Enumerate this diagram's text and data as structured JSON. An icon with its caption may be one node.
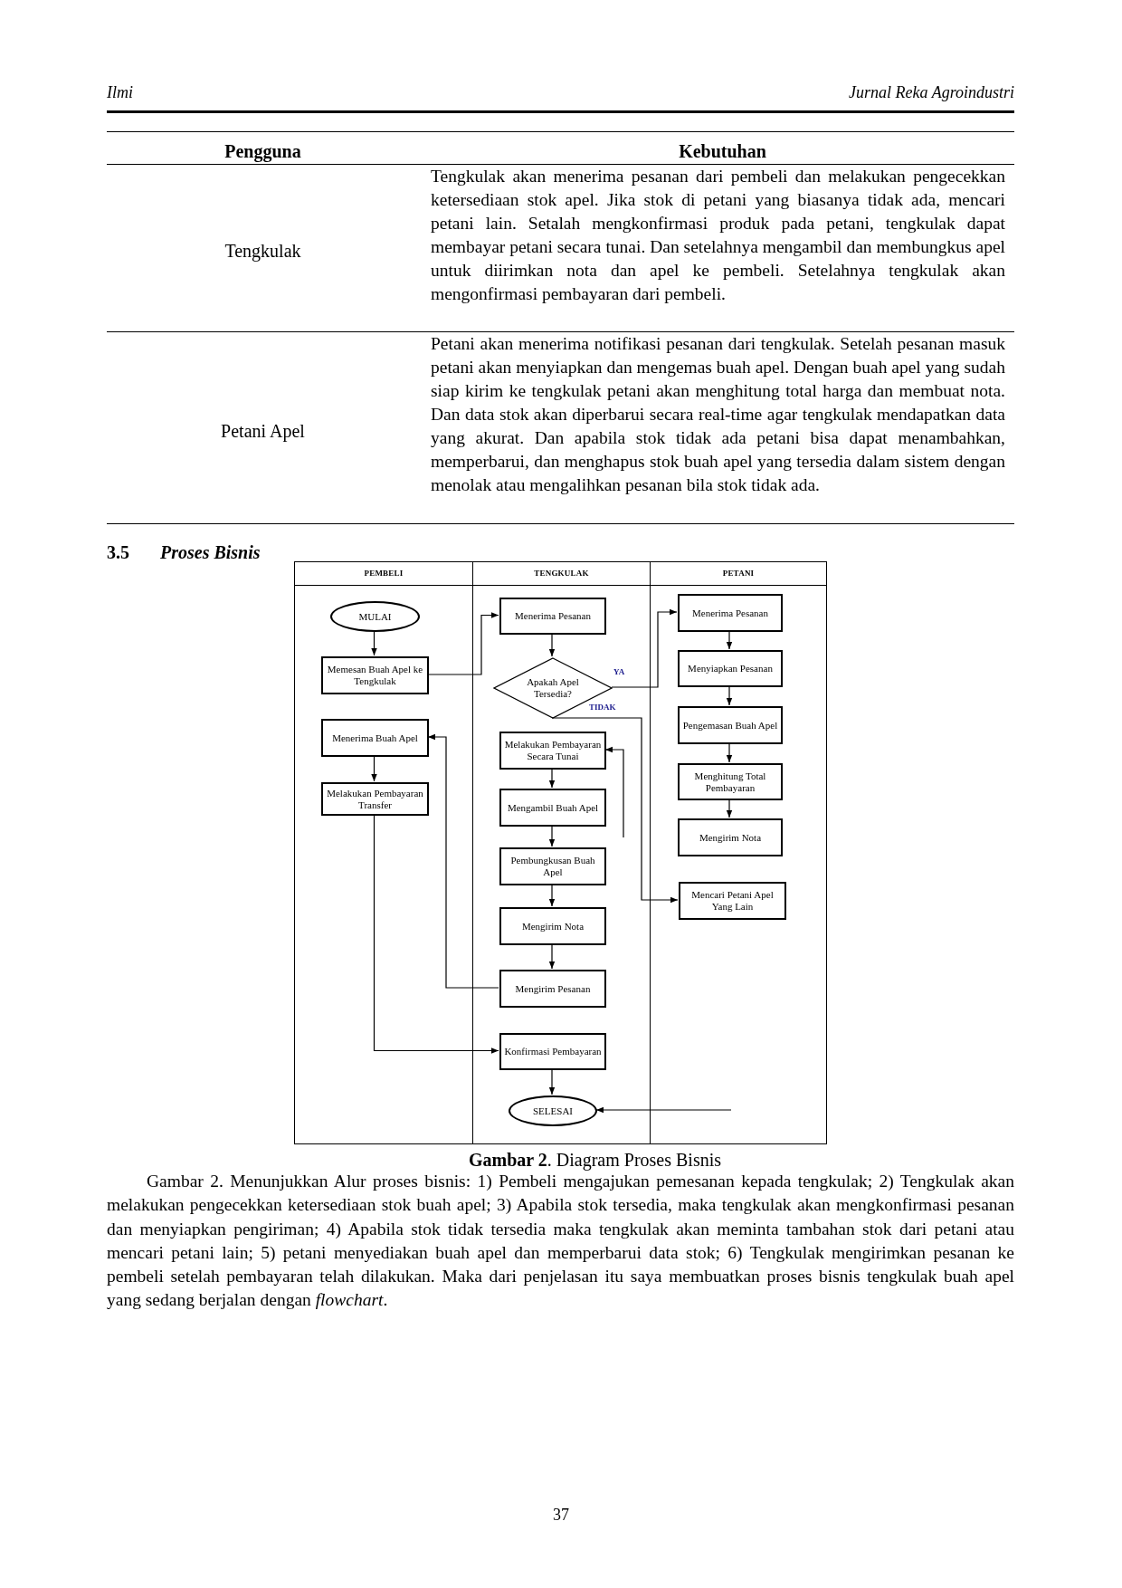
{
  "diagram": {
    "caption": "**Gambar 2**. Diagram Proses Bisnis",
    "nodes": [
      {
        "text": [
          "PEMBELI"
        ]
      },
      {
        "text": [
          "TENGKULAK"
        ]
      },
      {
        "text": [
          "PETANI"
        ]
      },
      {
        "text": [
          "MULAI"
        ],
        "in": 0
      },
      {
        "text": [
          "Memesan Buah Apel ke Tengkulak"
        ],
        "in": 0
      },
      {
        "text": [
          "Menerima Buah Apel"
        ],
        "in": 0
      },
      {
        "text": [
          "Melakukan Pembayaran Transfer"
        ],
        "in": 0
      },
      {
        "text": [
          "Menerima Pesanan"
        ],
        "in": 1
      },
      {
        "text": [
          "Apakah Apel Tersedia?"
        ],
        "in": 1
      },
      {
        "text": [
          "Melakukan Pembayaran Secara Tunai"
        ],
        "in": 1
      },
      {
        "text": [
          "Mengambil Buah Apel"
        ],
        "in": 1
      },
      {
        "text": [
          "Pembungkusan Buah Apel"
        ],
        "in": 1
      },
      {
        "text": [
          "Mengirim Nota"
        ],
        "in": 1
      },
      {
        "text": [
          "Mengirim Pesanan"
        ],
        "in": 1
      },
      {
        "text": [
          "Konfirmasi Pembayaran"
        ],
        "in": 1
      },
      {
        "text": [
          "SELESAI"
        ],
        "in": 1
      },
      {
        "text": [
          "Menerima Pesanan"
        ],
        "in": 2
      },
      {
        "text": [
          "Menyiapkan Pesanan"
        ],
        "in": 2
      },
      {
        "text": [
          "Pengemasan Buah Apel"
        ],
        "in": 2
      },
      {
        "text": [
          "Menghitung Total Pembayaran"
        ],
        "in": 2
      },
      {
        "text": [
          "Mengirim Nota"
        ],
        "in": 2
      },
      {
        "text": [
          "Mencari Petani Apel Yang Lain"
        ],
        "in": 2
      }
    ],
    "edges": [
      {
        "from": 3,
        "to": 4,
        "arrow": "to"
      },
      {
        "from": 4,
        "to": 7,
        "arrow": "to"
      },
      {
        "from": 7,
        "to": 8,
        "arrow": "to"
      },
      {
        "from": 8,
        "to": 16,
        "arrow": "to",
        "label": "YA"
      },
      {
        "from": 8,
        "to": 21,
        "arrow": "to",
        "label": "TIDAK"
      },
      {
        "from": null,
        "to": 9,
        "arrow": "to"
      },
      {
        "from": 9,
        "to": 10,
        "arrow": "to"
      },
      {
        "from": 10,
        "to": 11,
        "arrow": "to"
      },
      {
        "from": 11,
        "to": 12,
        "arrow": "to"
      },
      {
        "from": 12,
        "to": 13,
        "arrow": "to"
      },
      {
        "from": 13,
        "to": 5,
        "arrow": "to"
      },
      {
        "from": 5,
        "to": 6,
        "arrow": "to"
      },
      {
        "from": 6,
        "to": 14,
        "arrow": "to"
      },
      {
        "from": 14,
        "to": 15,
        "arrow": "to"
      },
      {
        "from": null,
        "to": 15,
        "arrow": "to"
      },
      {
        "from": 16,
        "to": 17,
        "arrow": "to"
      },
      {
        "from": 17,
        "to": 18,
        "arrow": "to"
      },
      {
        "from": 18,
        "to": 19,
        "arrow": "to"
      },
      {
        "from": 19,
        "to": 20,
        "arrow": "to"
      }
    ],
    "labels": [
      "Ilmi",
      "Jurnal Reka Agroindustri",
      "Pengguna",
      "Kebutuhan",
      "Tengkulak",
      "Tengkulak akan menerima pesanan dari pembeli dan melakukan pengecekkan ketersediaan stok apel. Jika stok di petani yang biasanya tidak ada, mencari petani lain. Setalah mengkonfirmasi produk pada petani, tengkulak dapat membayar petani secara tunai. Dan setelahnya mengambil dan membungkus apel untuk diirimkan nota dan apel ke pembeli. Setelahnya tengkulak akan mengonfirmasi pembayaran dari pembeli.",
      "Petani Apel",
      "Petani akan menerima notifikasi pesanan dari tengkulak. Setelah pesanan masuk petani akan menyiapkan dan mengemas buah apel. Dengan buah apel yang sudah siap kirim ke tengkulak petani akan menghitung total harga dan membuat nota. Dan data stok akan diperbarui secara real-time agar tengkulak mendapatkan data yang akurat. Dan apabila stok tidak ada petani bisa dapat menambahkan, memperbarui, dan menghapus stok buah apel yang tersedia dalam sistem dengan menolak atau mengalihkan pesanan bila stok tidak ada.",
      "3.5",
      "Proses Bisnis",
      "Gambar 2. Menunjukkan Alur proses bisnis: 1) Pembeli mengajukan pemesanan kepada tengkulak; 2) Tengkulak akan melakukan pengecekkan ketersediaan stok buah apel; 3) Apabila stok tersedia, maka tengkulak akan mengkonfirmasi pesanan dan menyiapkan pengiriman; 4) Apabila stok tidak tersedia maka tengkulak akan meminta tambahan stok dari petani atau mencari petani lain; 5) petani menyediakan buah apel dan memperbarui data stok; 6) Tengkulak mengirimkan pesanan ke pembeli setelah pembayaran telah dilakukan. Maka dari penjelasan itu saya membuatkan proses bisnis tengkulak buah apel yang sedang berjalan dengan *flowchart*.",
      "37"
    ]
  }
}
